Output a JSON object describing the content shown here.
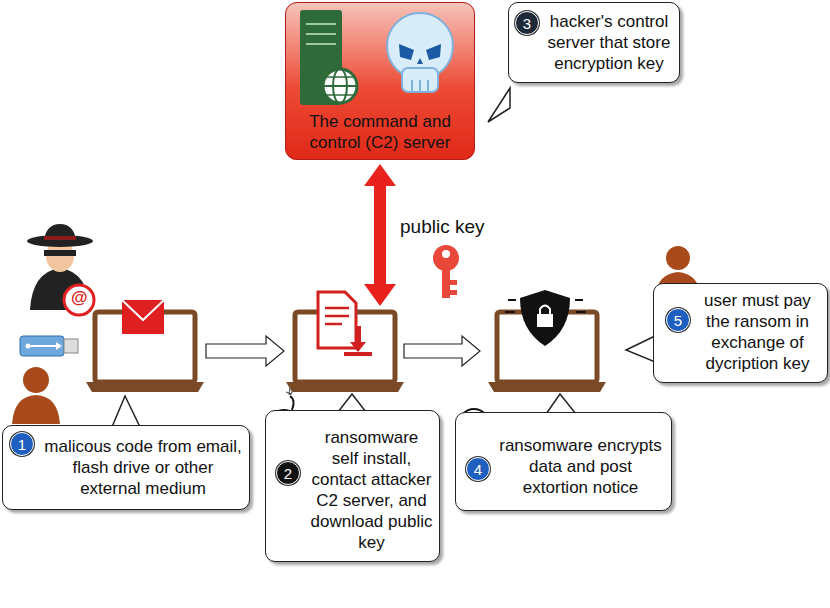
{
  "diagram": {
    "nodes": [
      {
        "text": [
          "The command and control (C2) server"
        ]
      },
      {
        "text": [
          "hacker's control server that store encryption key"
        ]
      },
      {
        "text": [
          "3"
        ],
        "in": 1
      },
      {
        "text": [
          "malicous code from email, flash drive or other external medium"
        ]
      },
      {
        "text": [
          "1"
        ],
        "in": 3
      },
      {
        "text": [
          "ransomware self install, contact attacker C2 server, and download public key"
        ]
      },
      {
        "text": [
          "2"
        ],
        "in": 5
      },
      {
        "text": [
          "ransomware encrypts data and post extortion notice"
        ]
      },
      {
        "text": [
          "4"
        ],
        "in": 7
      },
      {
        "text": [
          "user must pay the ransom in exchange of dycription key"
        ]
      },
      {
        "text": [
          "5"
        ],
        "in": 9
      }
    ],
    "labels": [
      "public key",
      "@"
    ]
  }
}
